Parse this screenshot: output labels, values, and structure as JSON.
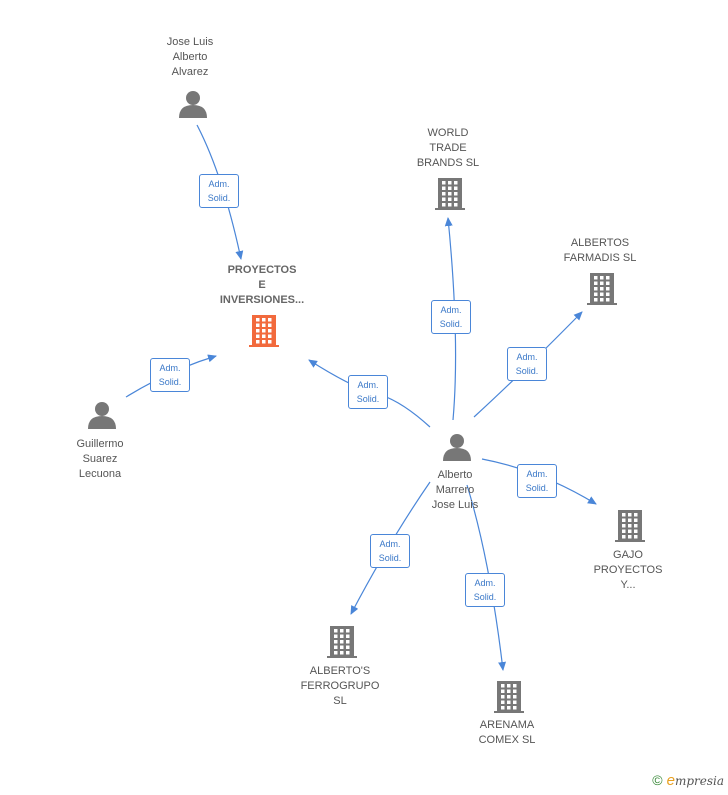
{
  "colors": {
    "edge": "#4a86d8",
    "person_icon": "#777777",
    "company_icon": "#777777",
    "focus_company_icon": "#f26a3d"
  },
  "nodes": [
    {
      "id": "proyectos",
      "type": "company",
      "focus": true,
      "label": "PROYECTOS\nE\nINVERSIONES..."
    },
    {
      "id": "jose_luis",
      "type": "person",
      "label": "Jose Luis\nAlberto\nAlvarez"
    },
    {
      "id": "guillermo",
      "type": "person",
      "label": "Guillermo\nSuarez\nLecuona"
    },
    {
      "id": "alberto",
      "type": "person",
      "label": "Alberto\nMarrero\nJose Luis"
    },
    {
      "id": "world_trade",
      "type": "company",
      "label": "WORLD\nTRADE\nBRANDS SL"
    },
    {
      "id": "albertos_farmadis",
      "type": "company",
      "label": "ALBERTOS\nFARMADIS  SL"
    },
    {
      "id": "gajo",
      "type": "company",
      "label": "GAJO\nPROYECTOS\nY..."
    },
    {
      "id": "albertos_ferrogrupo",
      "type": "company",
      "label": "ALBERTO'S\nFERROGRUPO\nSL"
    },
    {
      "id": "arenama",
      "type": "company",
      "label": "ARENAMA\nCOMEX  SL"
    }
  ],
  "edges": [
    {
      "from": "jose_luis",
      "to": "proyectos",
      "label": "Adm.\nSolid."
    },
    {
      "from": "guillermo",
      "to": "proyectos",
      "label": "Adm.\nSolid."
    },
    {
      "from": "alberto",
      "to": "proyectos",
      "label": "Adm.\nSolid."
    },
    {
      "from": "alberto",
      "to": "world_trade",
      "label": "Adm.\nSolid."
    },
    {
      "from": "alberto",
      "to": "albertos_farmadis",
      "label": "Adm.\nSolid."
    },
    {
      "from": "alberto",
      "to": "gajo",
      "label": "Adm.\nSolid."
    },
    {
      "from": "alberto",
      "to": "albertos_ferrogrupo",
      "label": "Adm.\nSolid."
    },
    {
      "from": "alberto",
      "to": "arenama",
      "label": "Adm.\nSolid."
    }
  ],
  "footer": {
    "copyright_symbol": "©",
    "brand_initial": "e",
    "brand_rest": "mpresia"
  }
}
